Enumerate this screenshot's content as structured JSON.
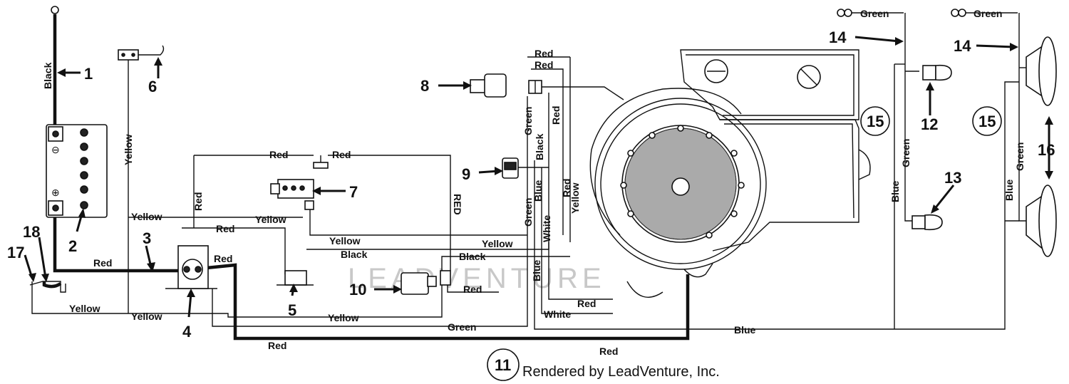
{
  "callouts": {
    "n1": "1",
    "n2": "2",
    "n3": "3",
    "n4": "4",
    "n5": "5",
    "n6": "6",
    "n7": "7",
    "n8": "8",
    "n9": "9",
    "n10": "10",
    "n11": "11",
    "n12": "12",
    "n13": "13",
    "n14a": "14",
    "n14b": "14",
    "n15a": "15",
    "n15b": "15",
    "n16": "16",
    "n17": "17",
    "n18": "18"
  },
  "wires": {
    "black": "Black",
    "yellow": "Yellow",
    "red": "Red",
    "green": "Green",
    "blue": "Blue",
    "white": "White",
    "red_upper": "RED"
  },
  "watermark": "LEADVENTURE",
  "credit": "Rendered by LeadVenture, Inc."
}
